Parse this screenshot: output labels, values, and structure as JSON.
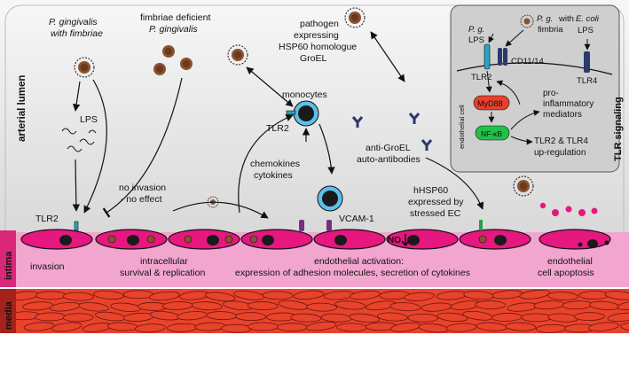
{
  "regions": {
    "lumen": "arterial lumen",
    "intima": "intima",
    "media": "media",
    "endothelial_cell": "endothelial cell",
    "tlr_signaling": "TLR signaling"
  },
  "bacteria": {
    "pg_fimbriae_line1": "P. gingivalis",
    "pg_fimbriae_line2": "with fimbriae",
    "deficient_line1": "fimbriae deficient",
    "deficient_line2": "P. gingivalis",
    "pathogen_line1": "pathogen",
    "pathogen_line2": "expressing",
    "pathogen_line3": "HSP60 homologue",
    "pathogen_line4": "GroEL"
  },
  "labels": {
    "lps": "LPS",
    "tlr2_left": "TLR2",
    "tlr2_mono": "TLR2",
    "monocytes": "monocytes",
    "chemokines": "chemokines",
    "cytokines": "cytokines",
    "vcam": "VCAM-1",
    "anti_groel_1": "anti-GroEL",
    "anti_groel_2": "auto-antibodies",
    "hhsp_1": "hHSP60",
    "hhsp_2": "expressed by",
    "hhsp_3": "stressed EC",
    "no_invasion_1": "no invasion",
    "no_invasion_2": "- no effect",
    "no_symbol": "NO"
  },
  "intima_labels": {
    "invasion": "invasion",
    "intracellular_1": "intracellular",
    "intracellular_2": "survival & replication",
    "activation_1": "endothelial activation:",
    "activation_2": "expression of adhesion molecules, secretion of cytokines",
    "apoptosis_1": "endothelial",
    "apoptosis_2": "cell apoptosis"
  },
  "tlr_box": {
    "pg": "P. g.",
    "lps_left": "LPS",
    "pg_fimbria": "P. g.",
    "with_fimbria": "with",
    "fimbria": "fimbria",
    "ecoli": "E. coli",
    "lps_right": "LPS",
    "cd": "CD11/14",
    "tlr2": "TLR2",
    "tlr4": "TLR4",
    "myd88": "MyD88",
    "nfkb": "NF-κB",
    "pro_1": "pro-",
    "pro_2": "inflammatory",
    "pro_3": "mediators",
    "reg_1": "TLR2 & TLR4",
    "reg_2": "up-regulation"
  },
  "colors": {
    "lumen_bg": "#e8e8e8",
    "intima": "#f2a6cf",
    "endothelium": "#e6177f",
    "media": "#e8432b",
    "monocyte_ring": "#5bc0eb",
    "tlr2": "#2aa4c4",
    "vcam": "#7a2e7f",
    "antibody": "#2c3a6b",
    "myd88": "#e8402a",
    "nfkb": "#22c14a",
    "bacterium": "#8a5230",
    "tlr_box_bg": "#cfcfcf"
  }
}
